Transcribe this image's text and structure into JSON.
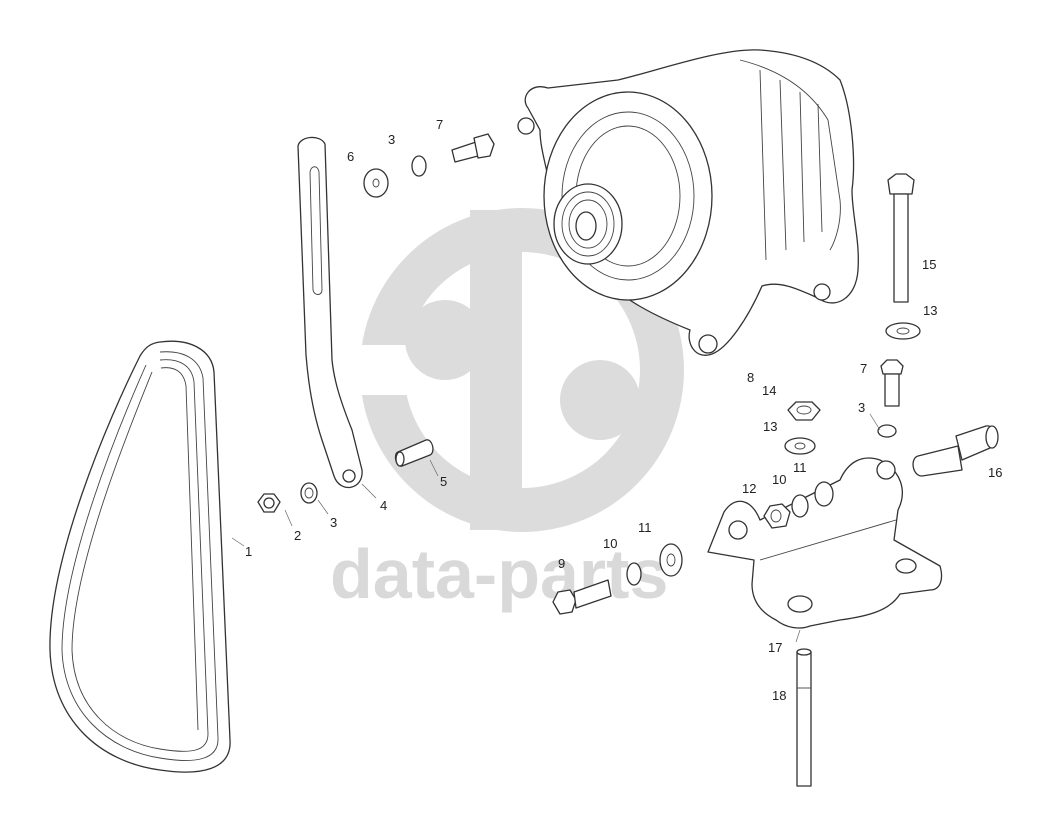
{
  "watermark": {
    "text": "data-parts",
    "logo": "dp-logo-icon"
  },
  "callouts": [
    {
      "id": "c1",
      "text": "1"
    },
    {
      "id": "c2",
      "text": "2"
    },
    {
      "id": "c3a",
      "text": "3"
    },
    {
      "id": "c3b",
      "text": "3"
    },
    {
      "id": "c3c",
      "text": "3"
    },
    {
      "id": "c4",
      "text": "4"
    },
    {
      "id": "c5",
      "text": "5"
    },
    {
      "id": "c6",
      "text": "6"
    },
    {
      "id": "c7a",
      "text": "7"
    },
    {
      "id": "c7b",
      "text": "7"
    },
    {
      "id": "c8",
      "text": "8"
    },
    {
      "id": "c9",
      "text": "9"
    },
    {
      "id": "c10a",
      "text": "10"
    },
    {
      "id": "c10b",
      "text": "10"
    },
    {
      "id": "c11a",
      "text": "11"
    },
    {
      "id": "c11b",
      "text": "11"
    },
    {
      "id": "c12",
      "text": "12"
    },
    {
      "id": "c13a",
      "text": "13"
    },
    {
      "id": "c13b",
      "text": "13"
    },
    {
      "id": "c14",
      "text": "14"
    },
    {
      "id": "c15",
      "text": "15"
    },
    {
      "id": "c16",
      "text": "16"
    },
    {
      "id": "c17",
      "text": "17"
    },
    {
      "id": "c18",
      "text": "18"
    }
  ],
  "colors": {
    "line": "#333333",
    "watermark": "#d9d9d9",
    "background": "#ffffff"
  }
}
